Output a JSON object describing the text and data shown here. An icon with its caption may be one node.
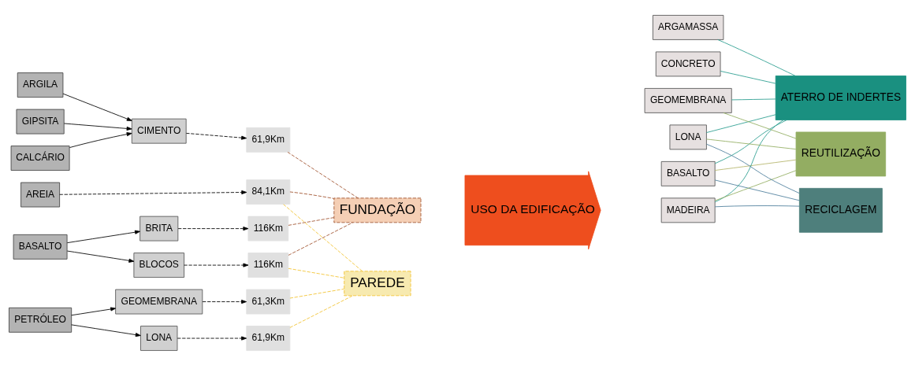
{
  "diagram": {
    "nodes": [
      {
        "text": [
          "BASALTO"
        ]
      },
      {
        "text": [
          "ARGILA"
        ]
      },
      {
        "text": [
          "GIPSITA"
        ]
      },
      {
        "text": [
          "CALCÁRIO"
        ]
      },
      {
        "text": [
          "AREIA"
        ]
      },
      {
        "text": [
          "PETRÓLEO"
        ]
      },
      {
        "text": [
          "BLOCOS"
        ]
      },
      {
        "text": [
          "BRITA"
        ]
      },
      {
        "text": [
          "CIMENTO"
        ]
      },
      {
        "text": [
          "LONA"
        ]
      },
      {
        "text": [
          "GEOMEMBRANA"
        ]
      },
      {
        "text": [
          "116Km"
        ]
      },
      {
        "text": [
          "116Km"
        ]
      },
      {
        "text": [
          "61,9Km"
        ]
      },
      {
        "text": [
          "84,1Km"
        ]
      },
      {
        "text": [
          "61,9Km"
        ]
      },
      {
        "text": [
          "61,3Km"
        ]
      },
      {
        "text": [
          "PAREDE"
        ]
      },
      {
        "text": [
          "FUNDAÇÃO"
        ]
      },
      {
        "text": [
          "USO DA EDIFICAÇÃO"
        ]
      },
      {
        "text": [
          "BASALTO"
        ]
      },
      {
        "text": [
          "ARGAMASSA"
        ]
      },
      {
        "text": [
          "CONCRETO"
        ]
      },
      {
        "text": [
          "MADEIRA"
        ]
      },
      {
        "text": [
          "LONA"
        ]
      },
      {
        "text": [
          "GEOMEMBRANA"
        ]
      },
      {
        "text": [
          "ATERRO DE INDERTES"
        ]
      },
      {
        "text": [
          "RECICLAGEM"
        ]
      },
      {
        "text": [
          "REUTILIZAÇÃO"
        ]
      }
    ],
    "edges": [
      {
        "from": 0,
        "to": 6,
        "arrow": "to"
      },
      {
        "from": 0,
        "to": 7,
        "arrow": "to"
      },
      {
        "from": 1,
        "to": 8,
        "arrow": "to"
      },
      {
        "from": 2,
        "to": 8,
        "arrow": "to"
      },
      {
        "from": 3,
        "to": 8,
        "arrow": "to"
      },
      {
        "from": 5,
        "to": 9,
        "arrow": "to"
      },
      {
        "from": 5,
        "to": 10,
        "arrow": "to"
      },
      {
        "from": 6,
        "to": 11,
        "arrow": "to",
        "style": "dashed"
      },
      {
        "from": 7,
        "to": 12,
        "arrow": "to",
        "style": "dashed"
      },
      {
        "from": 8,
        "to": 13,
        "arrow": "to",
        "style": "dashed"
      },
      {
        "from": 4,
        "to": 14,
        "arrow": "to",
        "style": "dashed"
      },
      {
        "from": 9,
        "to": 15,
        "arrow": "to",
        "style": "dashed"
      },
      {
        "from": 10,
        "to": 16,
        "arrow": "to",
        "style": "dashed"
      },
      {
        "from": 11,
        "to": 17,
        "arrow": "none",
        "style": "dashed",
        "color": "#f2c230"
      },
      {
        "from": 11,
        "to": 18,
        "arrow": "none",
        "style": "dashed",
        "color": "#a0522d"
      },
      {
        "from": 12,
        "to": 18,
        "arrow": "none",
        "style": "dashed",
        "color": "#a0522d"
      },
      {
        "from": 13,
        "to": 18,
        "arrow": "none",
        "style": "dashed",
        "color": "#a0522d"
      },
      {
        "from": 14,
        "to": 17,
        "arrow": "none",
        "style": "dashed",
        "color": "#f2c230"
      },
      {
        "from": 14,
        "to": 18,
        "arrow": "none",
        "style": "dashed",
        "color": "#a0522d"
      },
      {
        "from": 15,
        "to": 17,
        "arrow": "none",
        "style": "dashed",
        "color": "#f2c230"
      },
      {
        "from": 16,
        "to": 17,
        "arrow": "none",
        "style": "dashed",
        "color": "#f2c230"
      },
      {
        "from": 20,
        "to": 26,
        "arrow": "none",
        "color": "#2a9d8f"
      },
      {
        "from": 20,
        "to": 27,
        "arrow": "none",
        "color": "#4e7f9c"
      },
      {
        "from": 20,
        "to": 28,
        "arrow": "none",
        "color": "#b5b56a"
      },
      {
        "from": 21,
        "to": 26,
        "arrow": "none",
        "color": "#2a9d8f"
      },
      {
        "from": 22,
        "to": 26,
        "arrow": "none",
        "color": "#2a9d8f"
      },
      {
        "from": 23,
        "to": 26,
        "arrow": "none",
        "color": "#2a9d8f"
      },
      {
        "from": 23,
        "to": 27,
        "arrow": "none",
        "color": "#4e7f9c"
      },
      {
        "from": 23,
        "to": 28,
        "arrow": "none",
        "color": "#93ad62"
      },
      {
        "from": 24,
        "to": 26,
        "arrow": "none",
        "color": "#2a9d8f"
      },
      {
        "from": 24,
        "to": 27,
        "arrow": "none",
        "color": "#4e7f9c"
      },
      {
        "from": 24,
        "to": 28,
        "arrow": "none",
        "color": "#93ad62"
      },
      {
        "from": 25,
        "to": 26,
        "arrow": "none",
        "color": "#2a9d8f"
      },
      {
        "from": 25,
        "to": 28,
        "arrow": "none",
        "color": "#93ad62"
      }
    ]
  }
}
